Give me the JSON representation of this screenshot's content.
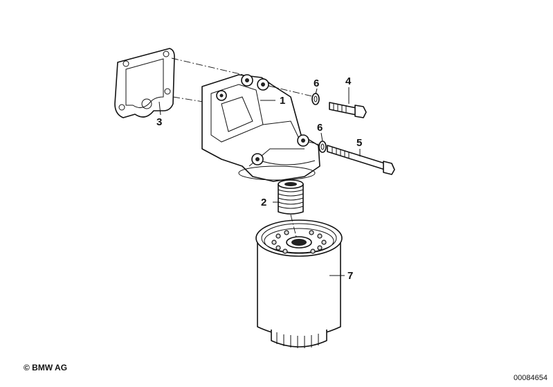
{
  "callouts": [
    {
      "id": "1",
      "label": "1"
    },
    {
      "id": "2",
      "label": "2"
    },
    {
      "id": "3",
      "label": "3"
    },
    {
      "id": "4",
      "label": "4"
    },
    {
      "id": "5",
      "label": "5"
    },
    {
      "id": "6a",
      "label": "6"
    },
    {
      "id": "6b",
      "label": "6"
    },
    {
      "id": "7",
      "label": "7"
    }
  ],
  "footer": {
    "copyright": "© BMW AG",
    "document_number": "00084654"
  }
}
